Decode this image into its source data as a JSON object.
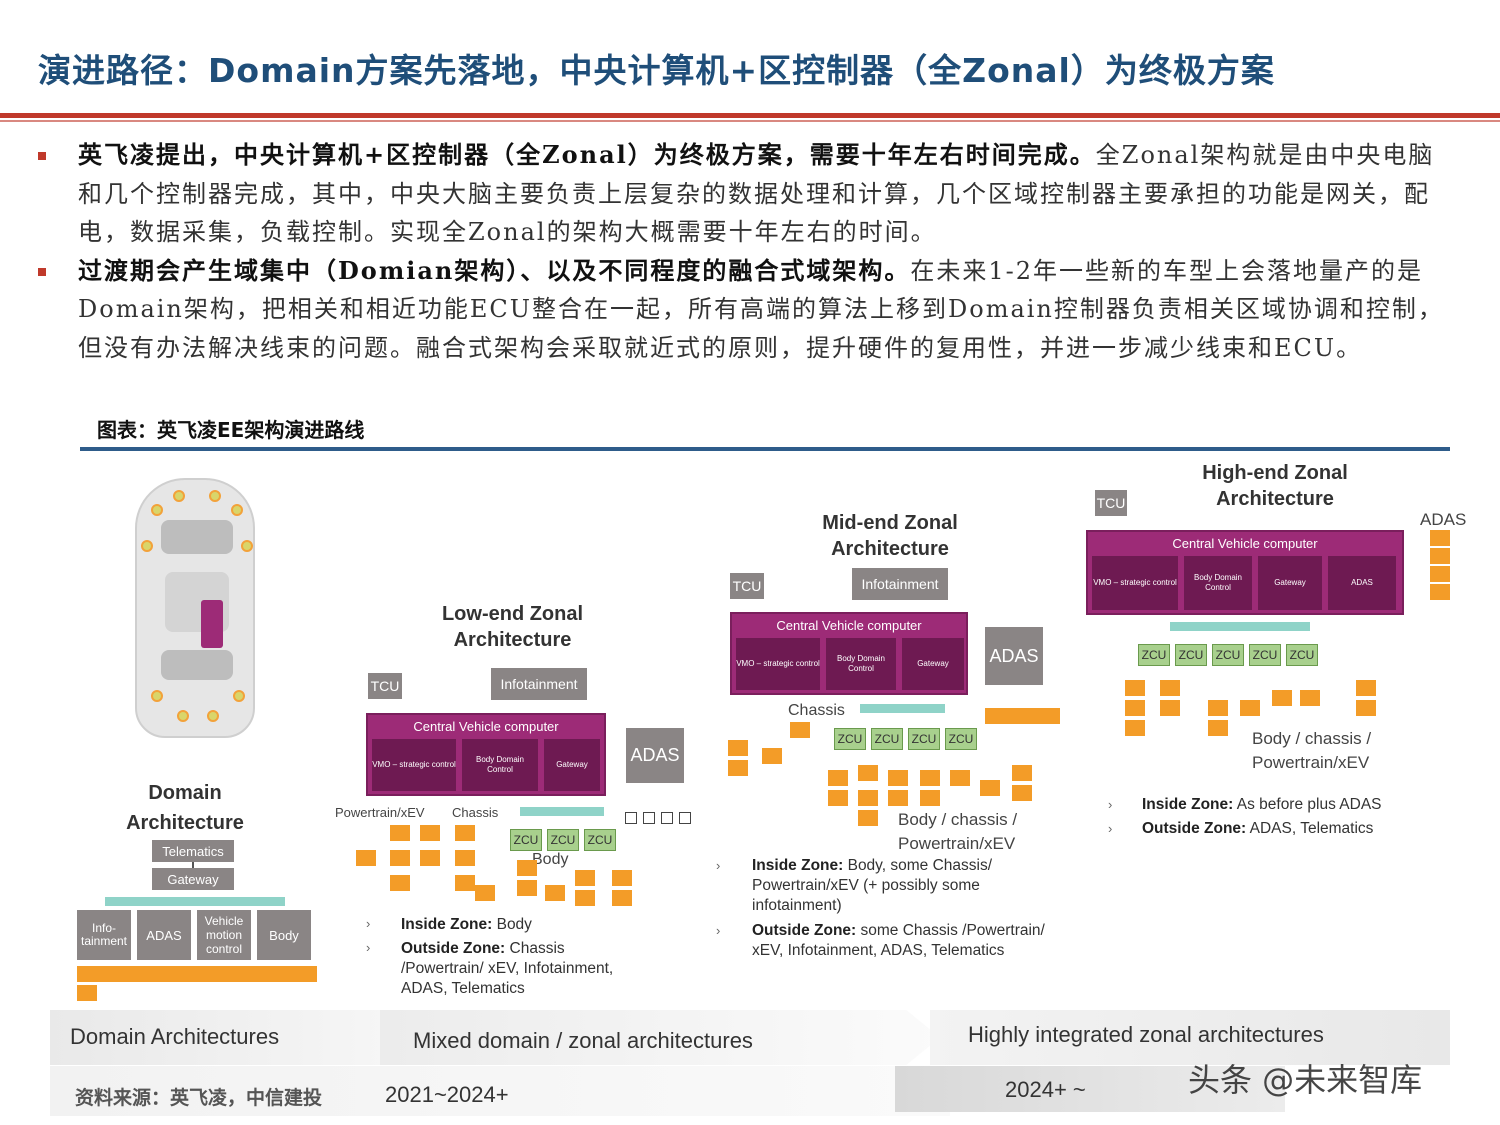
{
  "title": "演进路径：Domain方案先落地，中央计算机+区控制器（全Zonal）为终极方案",
  "bullets": [
    {
      "bold": "英飞凌提出，中央计算机+区控制器（全Zonal）为终极方案，需要十年左右时间完成。",
      "text": "全Zonal架构就是由中央电脑和几个控制器完成，其中，中央大脑主要负责上层复杂的数据处理和计算，几个区域控制器主要承担的功能是网关，配电，数据采集，负载控制。实现全Zonal的架构大概需要十年左右的时间。"
    },
    {
      "bold": "过渡期会产生域集中（Domian架构）、以及不同程度的融合式域架构。",
      "text": "在未来1-2年一些新的车型上会落地量产的是Domain架构，把相关和相近功能ECU整合在一起，所有高端的算法上移到Domain控制器负责相关区域协调和控制，但没有办法解决线束的问题。融合式架构会采取就近式的原则，提升硬件的复用性，并进一步减少线束和ECU。"
    }
  ],
  "figure_caption": "图表：英飞凌EE架构演进路线",
  "domain": {
    "title_line1": "Domain",
    "title_line2": "Architecture",
    "telematics": "Telematics",
    "gateway": "Gateway",
    "domains": [
      "Info-\ntainment",
      "ADAS",
      "Vehicle\nmotion\ncontrol",
      "Body"
    ]
  },
  "low_end": {
    "title_line1": "Low-end Zonal",
    "title_line2": "Architecture",
    "tcu": "TCU",
    "infotainment": "Infotainment",
    "cvc": "Central Vehicle computer",
    "cells": [
      "VMO – strategic control",
      "Body Domain Control",
      "Gateway"
    ],
    "adas": "ADAS",
    "powertrain": "Powertrain/xEV",
    "chassis": "Chassis",
    "zcu": "ZCU",
    "body": "Body",
    "inside_label": "Inside Zone:",
    "inside_text": " Body",
    "outside_label": "Outside Zone:",
    "outside_text": " Chassis /Powertrain/ xEV, Infotainment, ADAS, Telematics"
  },
  "mid_end": {
    "title_line1": "Mid-end Zonal",
    "title_line2": "Architecture",
    "tcu": "TCU",
    "infotainment": "Infotainment",
    "cvc": "Central Vehicle computer",
    "cells": [
      "VMO – strategic control",
      "Body Domain Control",
      "Gateway"
    ],
    "adas": "ADAS",
    "chassis": "Chassis",
    "zcu": "ZCU",
    "body_line1": "Body / chassis /",
    "body_line2": "Powertrain/xEV",
    "inside_label": "Inside Zone:",
    "inside_text": " Body, some Chassis/ Powertrain/xEV (+ possibly some infotainment)",
    "outside_label": "Outside Zone:",
    "outside_text": " some Chassis /Powertrain/ xEV, Infotainment, ADAS, Telematics"
  },
  "high_end": {
    "title_line1": "High-end Zonal",
    "title_line2": "Architecture",
    "tcu": "TCU",
    "adas_label": "ADAS",
    "cvc": "Central Vehicle computer",
    "cells": [
      "VMO – strategic control",
      "Body Domain Control",
      "Gateway",
      "ADAS"
    ],
    "zcu": "ZCU",
    "body_line1": "Body / chassis /",
    "body_line2": "Powertrain/xEV",
    "inside_label": "Inside Zone:",
    "inside_text": " As before plus ADAS",
    "outside_label": "Outside Zone:",
    "outside_text": " ADAS, Telematics"
  },
  "bands": {
    "domain": "Domain Architectures",
    "mixed": "Mixed domain / zonal architectures",
    "mixed_years": "2021~2024+",
    "zonal": "Highly integrated zonal architectures",
    "zonal_years": "2024+ ~"
  },
  "source": "资料来源：英飞凌，中信建投",
  "watermark": "头条 @未来智库"
}
